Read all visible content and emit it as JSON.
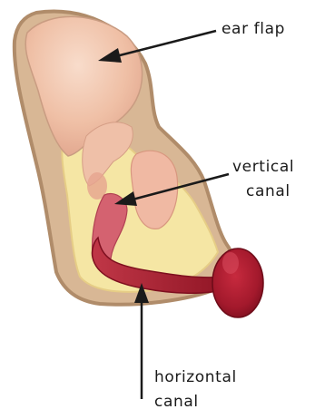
{
  "labels": {
    "ear_flap": "ear flap",
    "vertical_canal_line1": "vertical",
    "vertical_canal_line2": "canal",
    "horizontal_canal_line1": "horizontal",
    "horizontal_canal_line2": "canal"
  },
  "colors": {
    "fur": "#b08a63",
    "skin_light": "#f1c4a9",
    "skin_mid": "#e29b84",
    "cartilage": "#f5e6a4",
    "canal_red": "#a3192c",
    "canal_dark": "#7e0f1f",
    "arrow": "#1a1a1a"
  }
}
